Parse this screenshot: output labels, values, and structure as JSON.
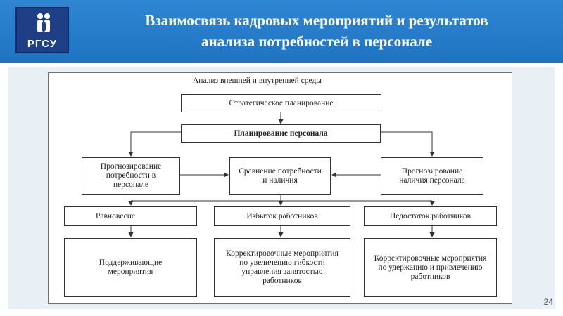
{
  "header": {
    "title_line1": "Взаимосвязь кадровых мероприятий и результатов",
    "title_line2": "анализа потребностей в персонале",
    "logo_text": "РГСУ"
  },
  "diagram": {
    "caption": "Анализ внешней и внутренней среды",
    "strategic": "Стратегическое планирование",
    "personnel_planning": "Планирование персонала",
    "forecast_need": "Прогнозирование потребности в персонале",
    "comparison": "Сравнение потребности и наличия",
    "forecast_supply": "Прогнозирование наличия персонала",
    "balance": "Равновесие",
    "surplus": "Избыток работников",
    "shortage": "Недостаток работников",
    "support": "Поддерживающие мероприятия",
    "corr_surplus": "Корректировочные мероприятия по увеличению гибкости управления занятостью работников",
    "corr_shortage": "Корректировочные мероприятия по удержанию и привлечению работников"
  },
  "page_number": "24"
}
